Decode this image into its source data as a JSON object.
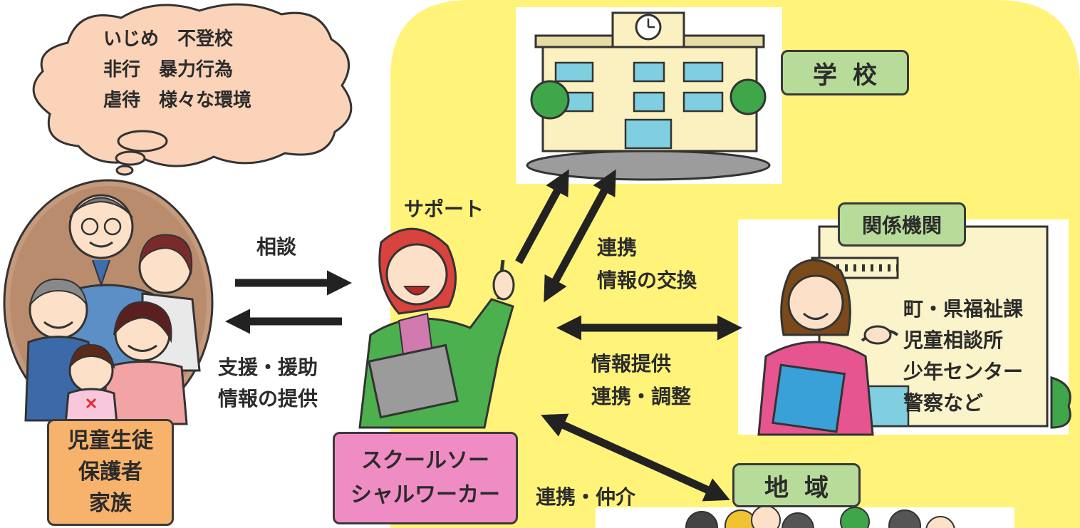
{
  "colors": {
    "yellow_area": "#fff37a",
    "green_label": "#b7dc9a",
    "orange_box": "#f7b26b",
    "pink_box": "#f08cc4",
    "cloud": "#fbd3b8",
    "arrow": "#222222"
  },
  "cloud": {
    "lines": [
      "いじめ　不登校",
      "非行　暴力行為",
      "虐待　様々な環境"
    ]
  },
  "students_box": {
    "lines": [
      "児童生徒",
      "保護者",
      "家族"
    ]
  },
  "ssw_box": {
    "lines": [
      "スクールソー",
      "シャルワーカー"
    ]
  },
  "labels": {
    "consult": "相談",
    "support_lines": [
      "支援・援助",
      "情報の提供"
    ],
    "support_top": "サポート",
    "school_link": [
      "連携",
      "情報の交換"
    ],
    "agency_link": [
      "情報提供",
      "連携・調整"
    ],
    "community_link": "連携・仲介"
  },
  "school_label": "学校",
  "agency_label": "関係機関",
  "agency_list": [
    "町・県福祉課",
    "児童相談所",
    "少年センター",
    "警察など"
  ],
  "community_label": "地域",
  "icons": [
    "school-building-icon",
    "family-portrait-icon",
    "social-worker-figure-icon",
    "agency-officer-figure-icon",
    "community-crowd-icon"
  ]
}
